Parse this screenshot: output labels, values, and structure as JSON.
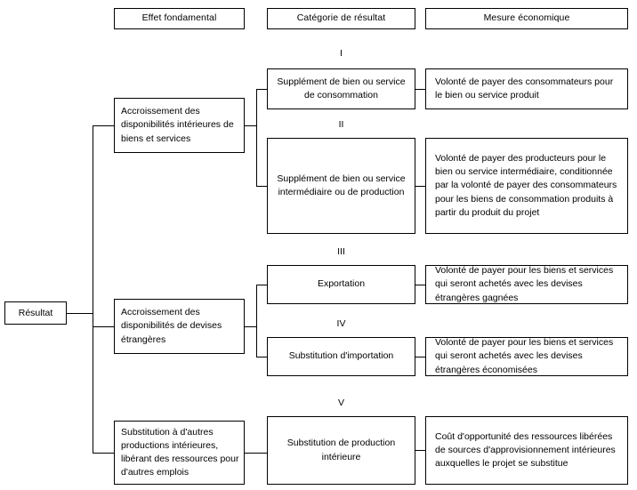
{
  "headers": [
    {
      "label": "Effet fondamental"
    },
    {
      "label": "Catégorie de résultat"
    },
    {
      "label": "Mesure économique"
    }
  ],
  "root": {
    "label": "Résultat"
  },
  "effects": [
    {
      "label": "Accroissement des disponibilités intérieures de biens et services"
    },
    {
      "label": "Accroissement des disponibilités de devises étrangères"
    },
    {
      "label": "Substitution à d'autres productions intérieures, libérant des ressources pour d'autres emplois"
    }
  ],
  "categories": [
    {
      "numeral": "I",
      "label": "Supplément de bien ou service de consommation"
    },
    {
      "numeral": "II",
      "label": "Supplément de bien ou service intermédiaire ou de production"
    },
    {
      "numeral": "III",
      "label": "Exportation"
    },
    {
      "numeral": "IV",
      "label": "Substitution d'importation"
    },
    {
      "numeral": "V",
      "label": "Substitution de production intérieure"
    }
  ],
  "measures": [
    {
      "label": "Volonté de payer des consommateurs pour le bien ou service produit"
    },
    {
      "label": "Volonté de payer des producteurs pour le bien ou service intermédiaire, conditionnée par la volonté de payer des consommateurs pour les biens de consommation produits à partir du produit du projet"
    },
    {
      "label": "Volonté de payer pour les biens et services qui seront achetés avec les devises étrangères gagnées"
    },
    {
      "label": "Volonté de payer pour les biens et services qui seront achetés avec les devises étrangères économisées"
    },
    {
      "label": "Coût d'opportunité des ressources libérées de sources d'approvisionnement intérieures auxquelles le projet se substitue"
    }
  ]
}
